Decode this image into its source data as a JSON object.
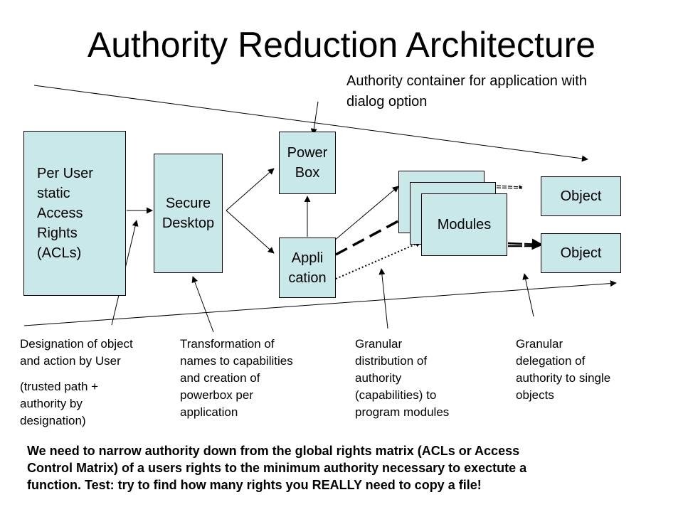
{
  "title": "Authority Reduction Architecture",
  "top_note": [
    "Authority container for application with",
    "dialog option"
  ],
  "boxes": {
    "acl": "Per User\n static\nAccess \n Rights\n(ACLs)",
    "secure_desktop": "Secure\nDesktop",
    "power_box": "Power\nBox",
    "application": "Appli\ncation",
    "modules": "Modules",
    "object_1": "Object",
    "object_2": "Object"
  },
  "captions": {
    "designation": [
      "Designation of object",
      "and action by User"
    ],
    "trusted_path": [
      "(trusted path +",
      "authority by",
      "designation)"
    ],
    "transformation": [
      "Transformation of",
      "names to capabilities",
      "and creation of",
      "powerbox per",
      "application"
    ],
    "granular_distribution": [
      "Granular",
      "distribution of",
      "authority",
      "(capabilities) to",
      "program modules"
    ],
    "granular_delegation": [
      "Granular",
      "delegation of",
      "authority to single",
      "objects"
    ]
  },
  "bottom_text": [
    "We need to narrow authority down from the global rights matrix (ACLs or Access",
    "Control Matrix) of a users rights to the minimum authority necessary to exectute a",
    "function. Test: try to find how many rights you REALLY need to copy a file!"
  ]
}
